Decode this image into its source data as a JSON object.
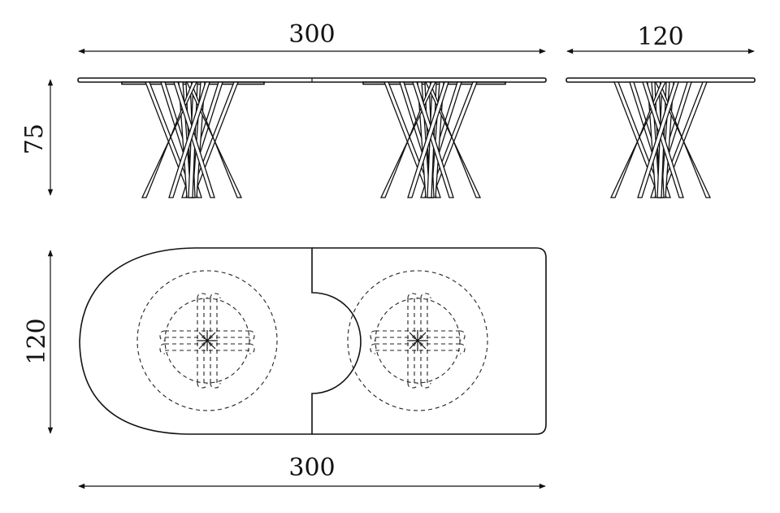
{
  "dimensions": {
    "front_length": "300",
    "side_width": "120",
    "front_height": "75",
    "plan_depth": "120",
    "plan_length": "300"
  },
  "colors": {
    "line": "#111111",
    "background": "#ffffff"
  }
}
